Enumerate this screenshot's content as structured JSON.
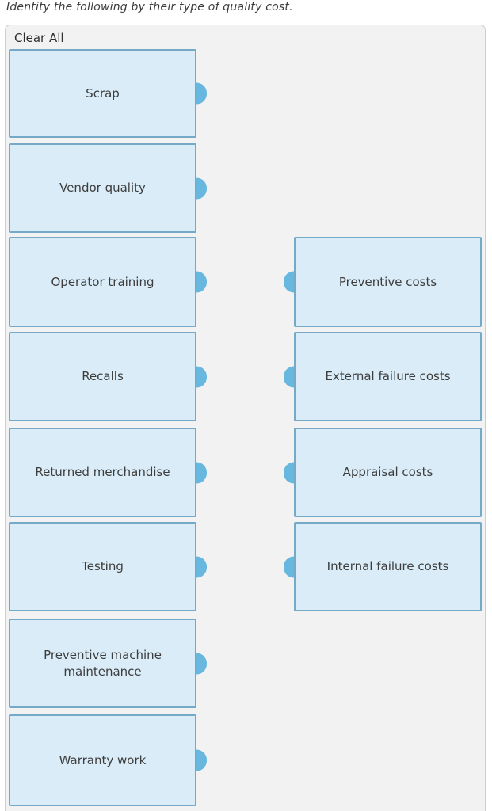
{
  "title": "Identity the following by their type of quality cost.",
  "panel": {
    "clear_all_label": "Clear All"
  },
  "left_items": [
    {
      "label": "Scrap"
    },
    {
      "label": "Vendor quality"
    },
    {
      "label": "Operator training"
    },
    {
      "label": "Recalls"
    },
    {
      "label": "Returned merchandise"
    },
    {
      "label": "Testing"
    },
    {
      "label": "Preventive machine maintenance"
    },
    {
      "label": "Warranty work"
    }
  ],
  "right_items": [
    {
      "label": "Preventive costs"
    },
    {
      "label": "External failure costs"
    },
    {
      "label": "Appraisal costs"
    },
    {
      "label": "Internal failure costs"
    }
  ],
  "colors": {
    "box_fill": "#d9ecf7",
    "box_border": "#74a9c8",
    "connector": "#68b7de",
    "panel_background": "#f2f2f3",
    "panel_border": "#c9ced7",
    "text": "#3d3d3d"
  }
}
